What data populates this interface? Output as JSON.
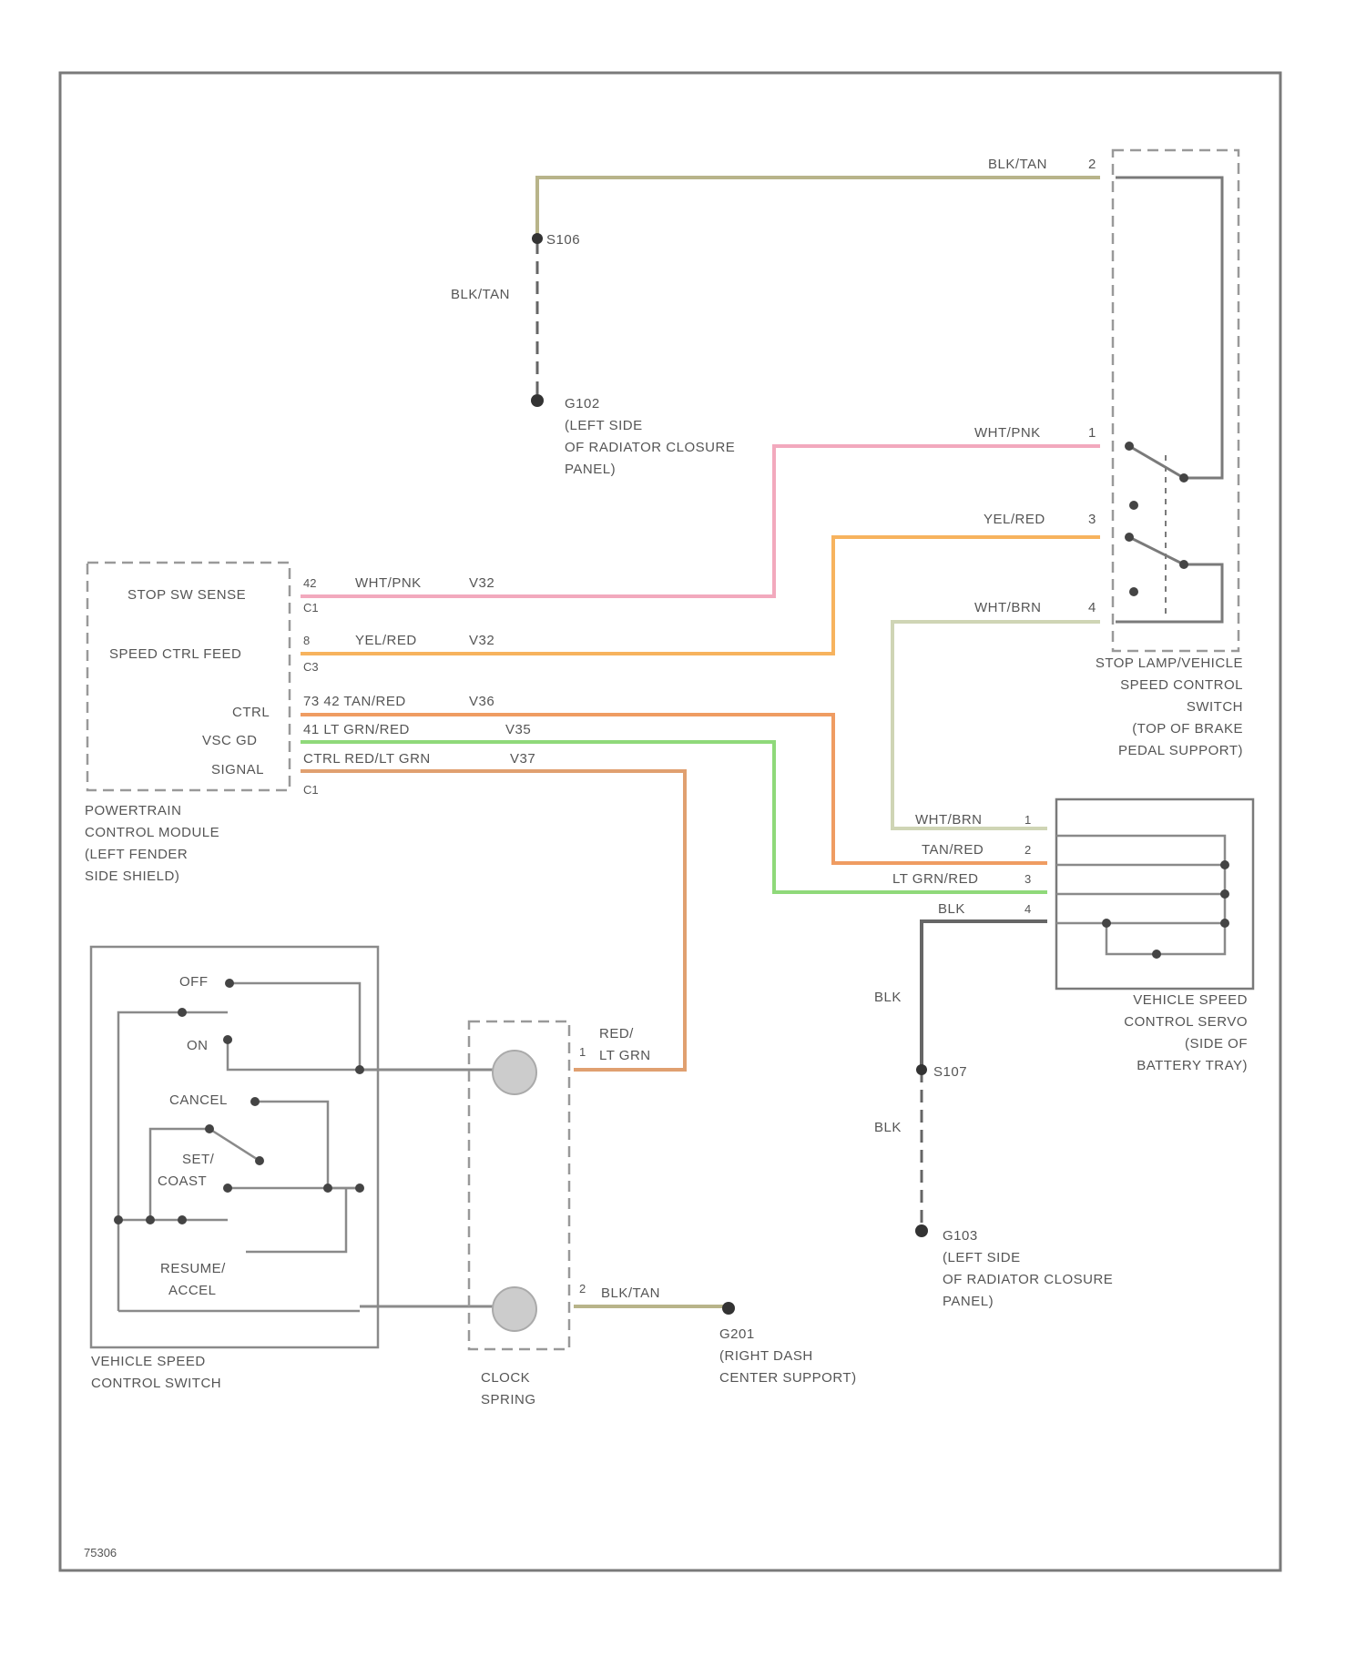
{
  "labels": {
    "top_wire": "BLK/TAN",
    "top_pin2": "2",
    "splice_s106": "S106",
    "left_wire": "BLK/TAN",
    "g102_top": {
      "name": "G102",
      "l1": "(LEFT SIDE",
      "l2": "OF RADIATOR CLOSURE",
      "l3": "PANEL)"
    },
    "wht_pnk_switch": "WHT/PNK",
    "pin1": "1",
    "yel_red_switch": "YEL/RED",
    "pin3": "3",
    "wht_brn_switch": "WHT/BRN",
    "pin4": "4",
    "pcm": {
      "stop_sw": "STOP SW SENSE",
      "speed_ctrl": "SPEED CTRL FEED",
      "ctrl": "CTRL",
      "vsc_gd": "VSC GD",
      "signal": "SIGNAL",
      "pin_a": "42",
      "conn_a": "C1",
      "wire_a": "WHT/PNK",
      "circ_a": "V32",
      "pin_b": "8",
      "conn_b": "C3",
      "wire_b": "YEL/RED",
      "circ_b": "V32",
      "row_c": "73 42 TAN/RED",
      "circ_c": "V36",
      "row_d": "41 LT GRN/RED",
      "circ_d": "V35",
      "row_e": "CTRL RED/LT GRN",
      "circ_e": "V37",
      "conn_e": "C1",
      "title1": "POWERTRAIN",
      "title2": "CONTROL MODULE",
      "title3": "(LEFT FENDER",
      "title4": "SIDE SHIELD)"
    },
    "stop_lamp": {
      "l1": "STOP LAMP/VEHICLE",
      "l2": "SPEED CONTROL",
      "l3": "SWITCH",
      "l4": "(TOP OF BRAKE",
      "l5": "PEDAL SUPPORT)"
    },
    "servo": {
      "w1": "WHT/BRN",
      "p1": "1",
      "w2": "TAN/RED",
      "p2": "2",
      "w3": "LT GRN/RED",
      "p3": "3",
      "w4": "BLK",
      "p4": "4",
      "l1": "VEHICLE SPEED",
      "l2": "CONTROL SERVO",
      "l3": "(SIDE OF",
      "l4": "BATTERY TRAY)"
    },
    "blk_a": "BLK",
    "splice_s107": "S107",
    "blk_b": "BLK",
    "g103": {
      "name": "G103",
      "l1": "(LEFT SIDE",
      "l2": "OF RADIATOR CLOSURE",
      "l3": "PANEL)"
    },
    "vsc_switch": {
      "off": "OFF",
      "on": "ON",
      "cancel": "CANCEL",
      "set1": "SET/",
      "set2": "COAST",
      "res1": "RESUME/",
      "res2": "ACCEL",
      "title1": "VEHICLE SPEED",
      "title2": "CONTROL SWITCH"
    },
    "clock": {
      "l1": "CLOCK",
      "l2": "SPRING",
      "red1": "RED/",
      "red2": "LT GRN",
      "pin1": "1",
      "pin2": "2",
      "wire_bot": "BLK/TAN"
    },
    "g201": {
      "name": "G201",
      "l1": "(RIGHT DASH",
      "l2": "CENTER SUPPORT)"
    },
    "page_code": "75306"
  },
  "colors": {
    "olive": "#b8b48a",
    "pink": "#f2a9bd",
    "orange": "#f7b35e",
    "tan_red": "#ef9c62",
    "green": "#8fd97a",
    "red_ltgrn": "#e0a070",
    "grey": "#8a8a8a",
    "light_olive": "#cfd5b5",
    "black_wire": "#666666"
  }
}
